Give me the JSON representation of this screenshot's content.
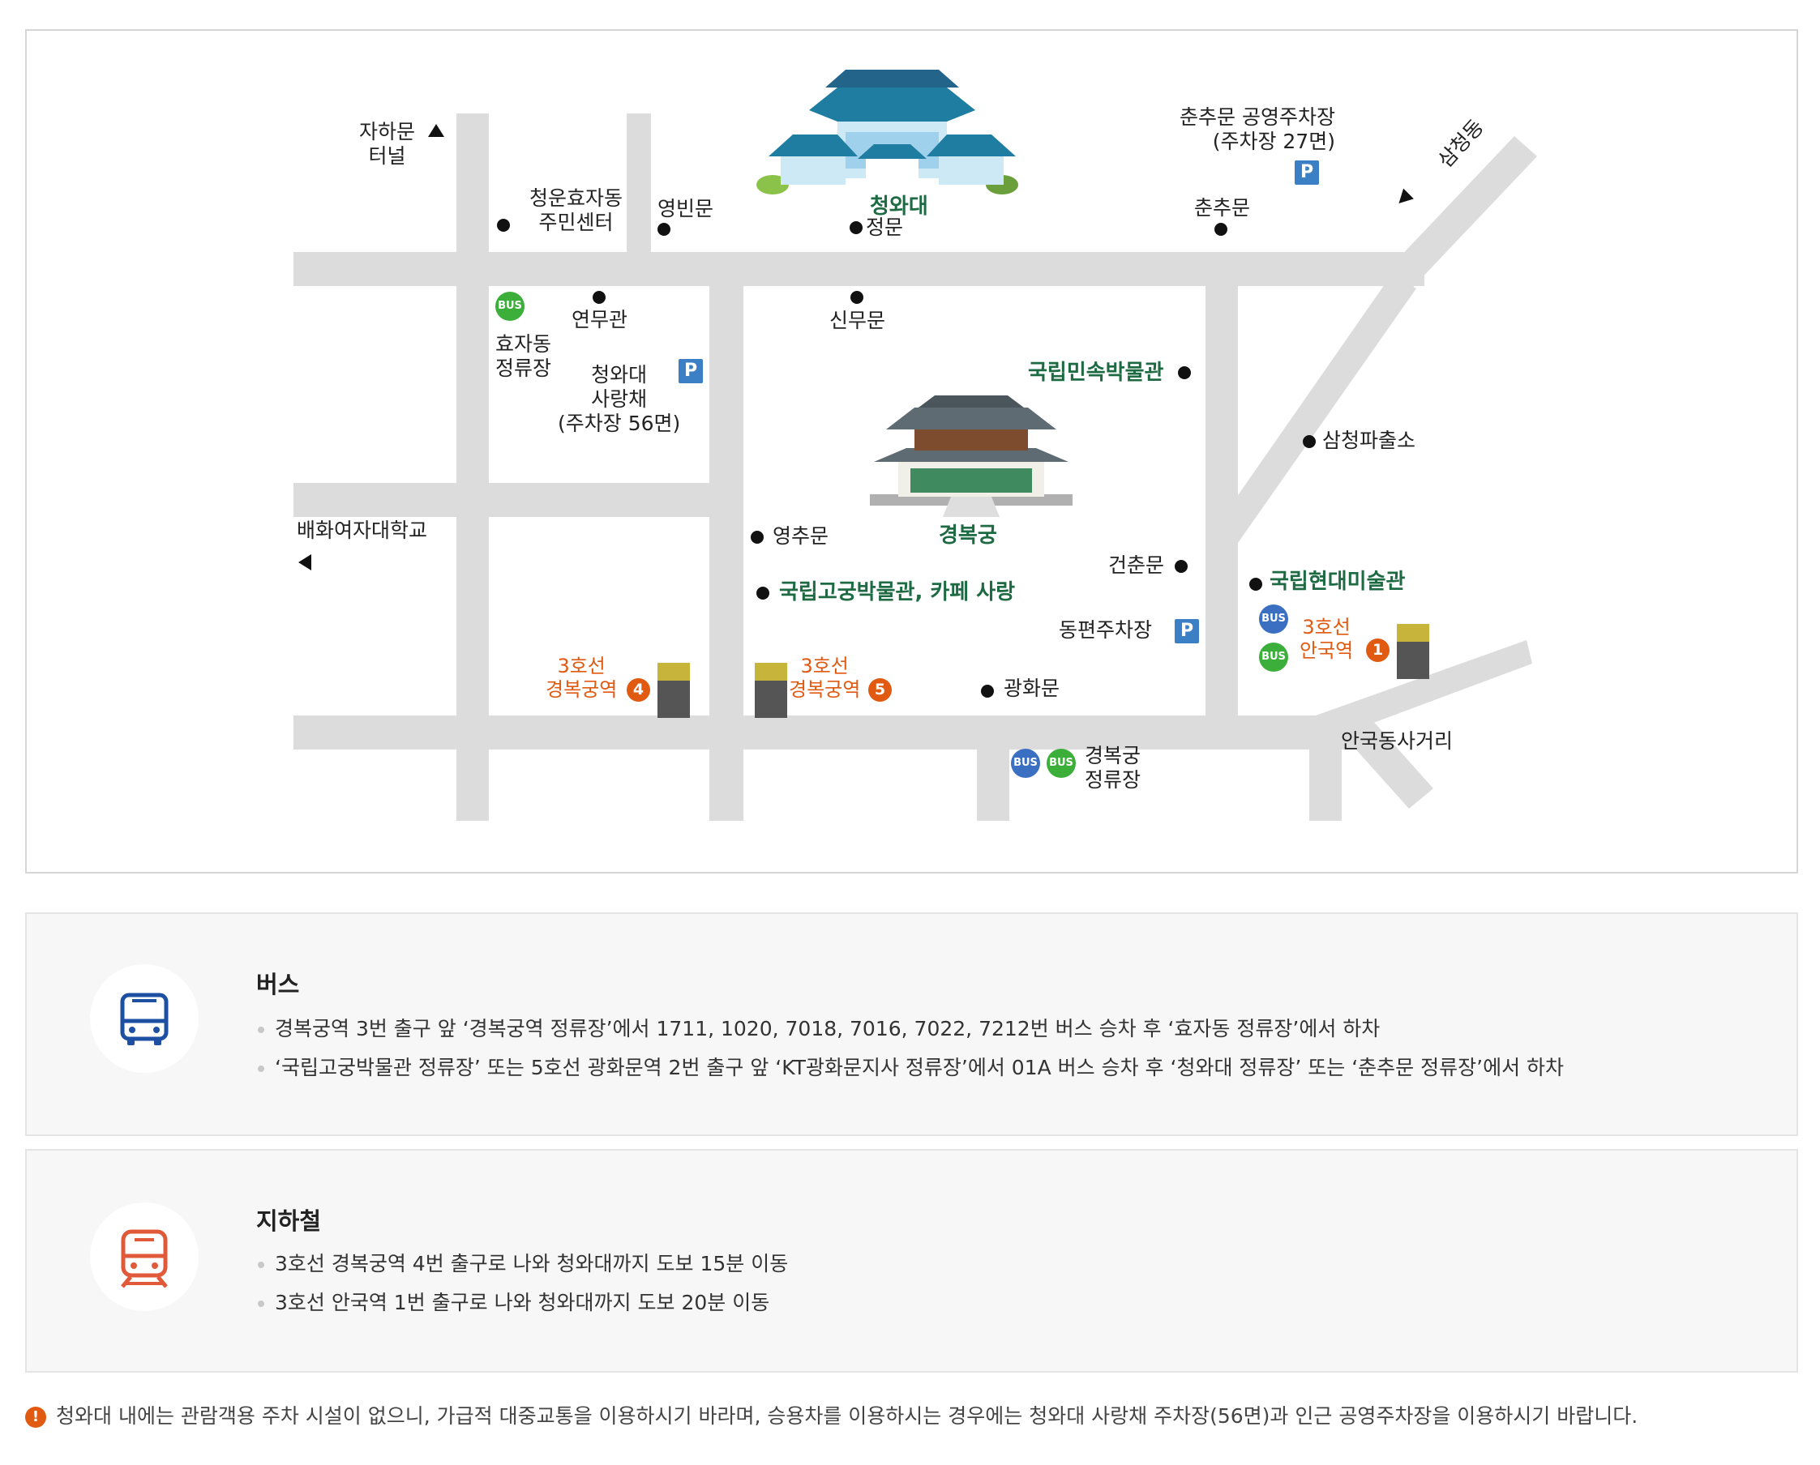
{
  "map": {
    "landmarks": {
      "cheongwadae": "청와대",
      "gyeongbokgung": "경복궁",
      "folk_museum": "국립민속박물관",
      "palace_museum": "국립고궁박물관, 카페 사랑",
      "mmca": "국립현대미술관"
    },
    "gates": {
      "main_gate": "정문",
      "yeongbinmun": "영빈문",
      "yeonmugwan": "연무관",
      "sinmumun": "신무문",
      "chunchumun": "춘추문",
      "yeongchumun": "영추문",
      "geonchunmun": "건춘문",
      "gwanghwamun": "광화문"
    },
    "places": {
      "jahamun_tunnel": "자하문\n터널",
      "community_center": "청운효자동\n주민센터",
      "samcheongdong": "삼청동",
      "samcheong_police": "삼청파출소",
      "baehwa": "배화여자대학교",
      "anguk_intersection": "안국동사거리"
    },
    "parking": {
      "symbol": "P",
      "chunchumun_lot": "춘추문 공영주차장\n(주차장 27면)",
      "sarangchae_lot": "청와대\n사랑채\n(주차장 56면)",
      "dongpyeon_lot": "동편주차장"
    },
    "bus": {
      "badge": "BUS",
      "hyojadong_stop": "효자동\n정류장",
      "gyeongbokgung_stop": "경복궁\n정류장"
    },
    "subway": {
      "exit4_label": "3호선\n경복궁역",
      "exit4_num": "4",
      "exit5_label": "3호선\n경복궁역",
      "exit5_num": "5",
      "anguk_label": "3호선\n안국역",
      "anguk_num": "1"
    }
  },
  "bus_panel": {
    "icon": "bus-icon",
    "title": "버스",
    "items": [
      "경복궁역 3번 출구 앞 ‘경복궁역 정류장’에서 1711, 1020, 7018, 7016, 7022, 7212번 버스 승차 후 ‘효자동 정류장’에서 하차",
      "‘국립고궁박물관 정류장’ 또는 5호선 광화문역 2번 출구 앞 ‘KT광화문지사 정류장’에서 01A 버스 승차 후 ‘청와대 정류장’ 또는 ‘춘추문 정류장’에서 하차"
    ]
  },
  "subway_panel": {
    "icon": "subway-icon",
    "title": "지하철",
    "items": [
      "3호선 경복궁역 4번 출구로 나와 청와대까지 도보 15분 이동",
      "3호선 안국역 1번 출구로 나와 청와대까지 도보 20분 이동"
    ]
  },
  "notice": {
    "icon": "!",
    "text": "청와대 내에는 관람객용 주차 시설이 없으니, 가급적 대중교통을 이용하시기 바라며, 승용차를 이용하시는 경우에는 청와대 사랑채 주차장(56면)과 인근 공영주차장을 이용하시기 바랍니다."
  },
  "colors": {
    "road": "#dcdcdc",
    "green_text": "#1d6a43",
    "orange": "#e05a12",
    "parking_blue": "#3b7fc4",
    "bus_green": "#3cae3a",
    "bus_blue": "#3a6fc2",
    "bus_icon": "#1d4fa3",
    "subway_icon": "#e05a3a"
  }
}
